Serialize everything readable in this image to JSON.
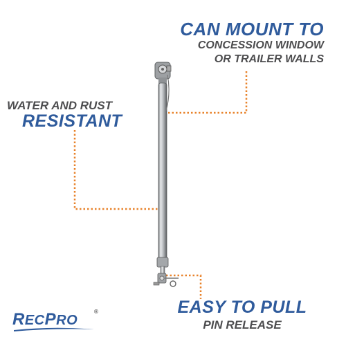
{
  "callouts": {
    "mount": {
      "heading": "CAN MOUNT TO",
      "line1": "CONCESSION WINDOW",
      "line2": "OR TRAILER WALLS"
    },
    "water": {
      "line": "WATER AND RUST",
      "heading": "RESISTANT"
    },
    "release": {
      "heading": "EASY TO PULL",
      "line": "PIN RELEASE"
    }
  },
  "logo": {
    "text_first": "R",
    "text_rest": "EC",
    "text_first2": "P",
    "text_rest2": "RO",
    "registered": "®"
  },
  "colors": {
    "brand_blue": "#2f5b9c",
    "text_gray": "#4d4d4f",
    "dotted_orange": "#e8822a",
    "steel": "#b9bcbf"
  }
}
